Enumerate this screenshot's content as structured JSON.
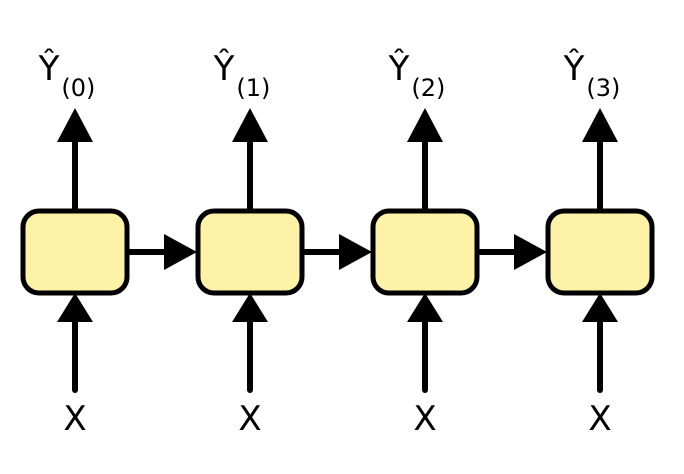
{
  "diagram": {
    "title": "Unrolled RNN (sequence-to-sequence)",
    "cell_fill": "#fdf2a6",
    "stroke_color": "#000000",
    "cells": [
      {
        "id": "cell-0",
        "input_label": "X",
        "output_label": "Ŷ",
        "output_subscript": "(0)"
      },
      {
        "id": "cell-1",
        "input_label": "X",
        "output_label": "Ŷ",
        "output_subscript": "(1)"
      },
      {
        "id": "cell-2",
        "input_label": "X",
        "output_label": "Ŷ",
        "output_subscript": "(2)"
      },
      {
        "id": "cell-3",
        "input_label": "X",
        "output_label": "Ŷ",
        "output_subscript": "(3)"
      }
    ]
  }
}
